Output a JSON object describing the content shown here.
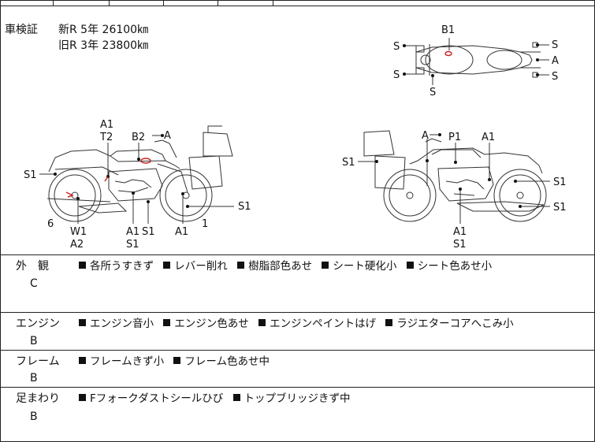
{
  "inspection": {
    "title": "車検証",
    "new_entry": "新R 5年 26100㎞",
    "old_entry": "旧R 3年 23800㎞"
  },
  "top_diagram_labels": {
    "b1": "B1",
    "s_tl": "S",
    "s_bl": "S",
    "s_bottom": "S",
    "s_tr": "S",
    "a_r": "A",
    "s_br": "S"
  },
  "left_bike_labels": {
    "a1_top": "A1",
    "t2": "T2",
    "b2": "B2",
    "a_top": "A",
    "s1_left": "S1",
    "six": "6",
    "w1": "W1",
    "a2": "A2",
    "a1_mid": "A1",
    "s1_mid": "S1",
    "s1_mid2": "S1",
    "a1_low": "A1",
    "one": "1",
    "s1_right": "S1"
  },
  "right_bike_labels": {
    "a_top": "A",
    "p1": "P1",
    "a1_top": "A1",
    "s1_left": "S1",
    "s1_r1": "S1",
    "s1_r2": "S1",
    "a1_bottom": "A1",
    "s1_bottom": "S1"
  },
  "condition_rows": [
    {
      "label": "外　観",
      "grade": "C",
      "items": [
        "各所うすきず",
        "レバー削れ",
        "樹脂部色あせ",
        "シート硬化小",
        "シート色あせ小"
      ]
    },
    {
      "label": "エンジン",
      "grade": "B",
      "items": [
        "エンジン音小",
        "エンジン色あせ",
        "エンジンペイントはげ",
        "ラジエターコアへこみ小"
      ]
    },
    {
      "label": "フレーム",
      "grade": "B",
      "items": [
        "フレームきず小",
        "フレーム色あせ中"
      ]
    },
    {
      "label": "足まわり",
      "grade": "B",
      "items": [
        "Fフォークダストシールひび",
        "トップブリッジきず中"
      ]
    }
  ],
  "colors": {
    "line": "#222222",
    "damage_mark": "#cc2222"
  }
}
